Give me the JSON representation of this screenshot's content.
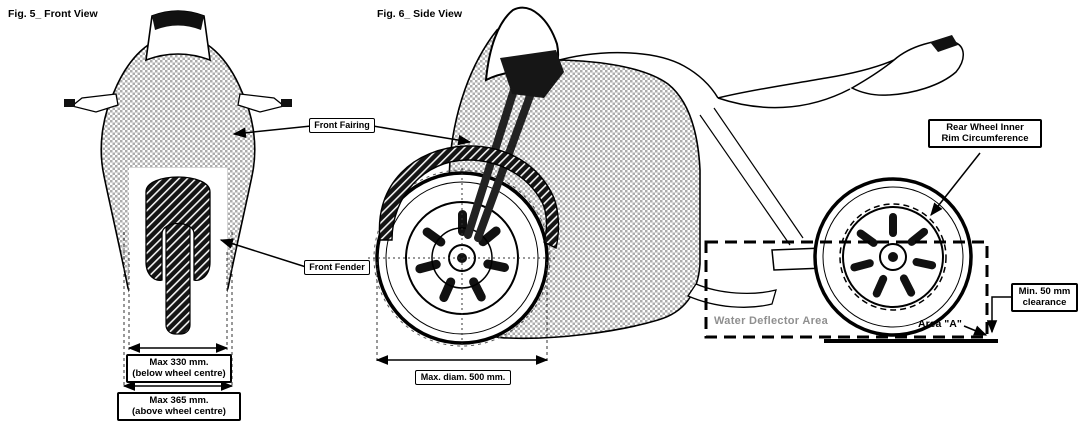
{
  "page": {
    "background": "#ffffff"
  },
  "colors": {
    "ink": "#000000",
    "hatch_grey": "#adadad",
    "deflector_text_grey": "#8f8f8f"
  },
  "figure5": {
    "caption": "Fig. 5_ Front View",
    "dim_330": {
      "line1": "Max 330 mm.",
      "line2": "(below wheel centre)"
    },
    "dim_365": {
      "line1": "Max 365 mm.",
      "line2": "(above wheel centre)"
    }
  },
  "figure6": {
    "caption": "Fig. 6_ Side View",
    "rear_rim": {
      "line1": "Rear Wheel Inner",
      "line2": "Rim Circumference"
    },
    "clearance": {
      "line1": "Min. 50 mm",
      "line2": "clearance"
    },
    "water_deflector_label": "Water Deflector Area",
    "area_a_label": "Area \"A\"",
    "max_diam_label": "Max. diam. 500 mm."
  },
  "shared": {
    "front_fairing_label": "Front Fairing",
    "front_fender_label": "Front Fender"
  }
}
